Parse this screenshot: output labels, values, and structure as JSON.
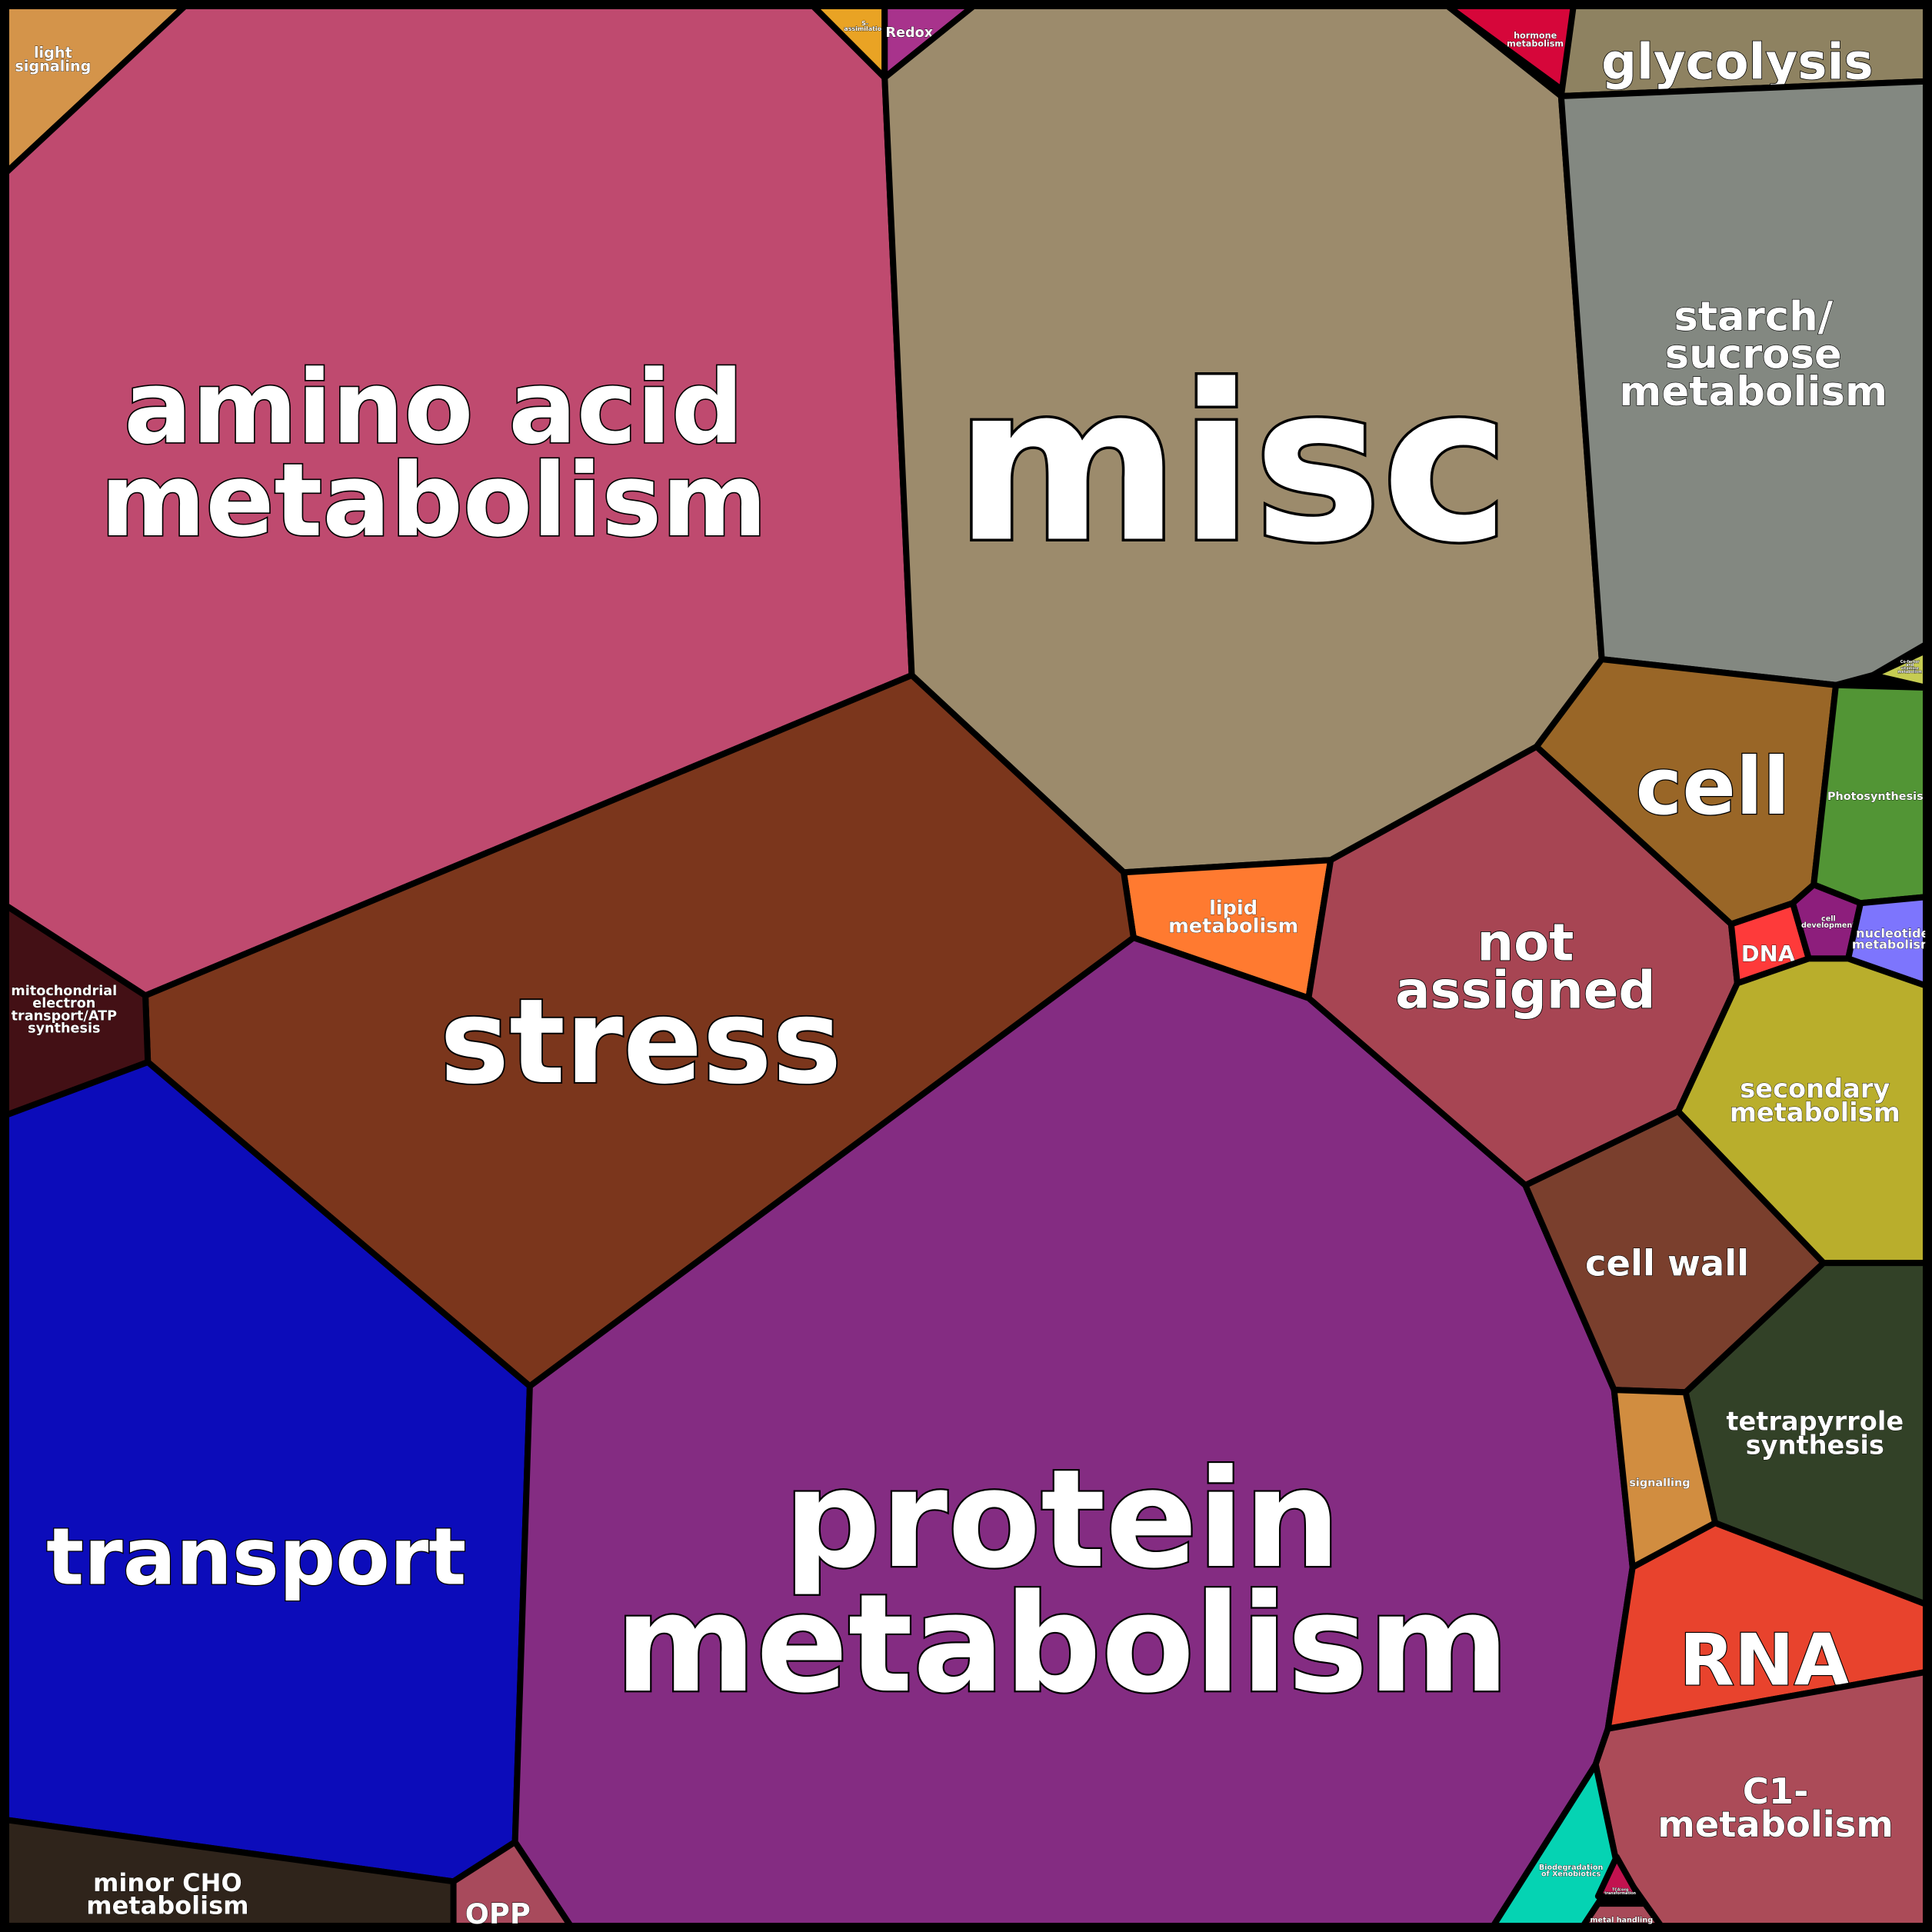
{
  "title": "Voronoi treemap of functional categories",
  "cells": [
    {
      "id": "light-signaling",
      "lines": [
        "light",
        "signaling"
      ],
      "color": "#D4944A"
    },
    {
      "id": "amino-acid-metabolism",
      "lines": [
        "amino acid",
        "metabolism"
      ],
      "color": "#BF4A6F"
    },
    {
      "id": "s-assimilation",
      "lines": [
        "S-",
        "assimilation"
      ],
      "color": "#E9A324"
    },
    {
      "id": "redox",
      "lines": [
        "Redox"
      ],
      "color": "#A8338C"
    },
    {
      "id": "misc",
      "lines": [
        "misc"
      ],
      "color": "#9C8B6C"
    },
    {
      "id": "hormone-metabolism",
      "lines": [
        "hormone",
        "metabolism"
      ],
      "color": "#D6063A"
    },
    {
      "id": "glycolysis",
      "lines": [
        "glycolysis"
      ],
      "color": "#8E8261"
    },
    {
      "id": "starch-sucrose-metabolism",
      "lines": [
        "starch/",
        "sucrose",
        "metabolism"
      ],
      "color": "#838881"
    },
    {
      "id": "cofactor-vitamine-metabolism",
      "lines": [
        "Co-factor",
        "and",
        "vitamine",
        "metabolism"
      ],
      "color": "#C6CC52"
    },
    {
      "id": "cell",
      "lines": [
        "cell"
      ],
      "color": "#996627"
    },
    {
      "id": "photosynthesis",
      "lines": [
        "Photosynthesis"
      ],
      "color": "#529535"
    },
    {
      "id": "lipid-metabolism",
      "lines": [
        "lipid",
        "metabolism"
      ],
      "color": "#FF7A30"
    },
    {
      "id": "not-assigned",
      "lines": [
        "not",
        "assigned"
      ],
      "color": "#A74553"
    },
    {
      "id": "dna",
      "lines": [
        "DNA"
      ],
      "color": "#FE3A3A"
    },
    {
      "id": "cell-development",
      "lines": [
        "cell",
        "development"
      ],
      "color": "#8D1E7C"
    },
    {
      "id": "nucleotide-metabolism",
      "lines": [
        "nucleotide",
        "metabolism"
      ],
      "color": "#7D75FD"
    },
    {
      "id": "secondary-metabolism",
      "lines": [
        "secondary",
        "metabolism"
      ],
      "color": "#B9AE2C"
    },
    {
      "id": "stress",
      "lines": [
        "stress"
      ],
      "color": "#7B361C"
    },
    {
      "id": "mitochondrial-electron-transport",
      "lines": [
        "mitochondrial",
        "electron",
        "transport/ATP",
        "synthesis"
      ],
      "color": "#431015"
    },
    {
      "id": "transport",
      "lines": [
        "transport"
      ],
      "color": "#0C0CBA"
    },
    {
      "id": "protein-metabolism",
      "lines": [
        "protein",
        "metabolism"
      ],
      "color": "#842C82"
    },
    {
      "id": "cell-wall",
      "lines": [
        "cell wall"
      ],
      "color": "#7A3F2D"
    },
    {
      "id": "tetrapyrrole-synthesis",
      "lines": [
        "tetrapyrrole",
        "synthesis"
      ],
      "color": "#324127"
    },
    {
      "id": "signalling",
      "lines": [
        "signalling"
      ],
      "color": "#D18D40"
    },
    {
      "id": "rna",
      "lines": [
        "RNA"
      ],
      "color": "#E8432D"
    },
    {
      "id": "c1-metabolism",
      "lines": [
        "C1-",
        "metabolism"
      ],
      "color": "#AB4B58"
    },
    {
      "id": "biodegradation-of-xenobiotics",
      "lines": [
        "Biodegradation",
        "of Xenobiotics"
      ],
      "color": "#05D3B3"
    },
    {
      "id": "tca-org-transformation",
      "lines": [
        "TCA/org",
        "transformation"
      ],
      "color": "#C2124F"
    },
    {
      "id": "metal-handling",
      "lines": [
        "metal handling"
      ],
      "color": "#A84A59"
    },
    {
      "id": "minor-cho-metabolism",
      "lines": [
        "minor CHO",
        "metabolism"
      ],
      "color": "#2F241B"
    },
    {
      "id": "opp",
      "lines": [
        "OPP"
      ],
      "color": "#A84A5C"
    }
  ]
}
